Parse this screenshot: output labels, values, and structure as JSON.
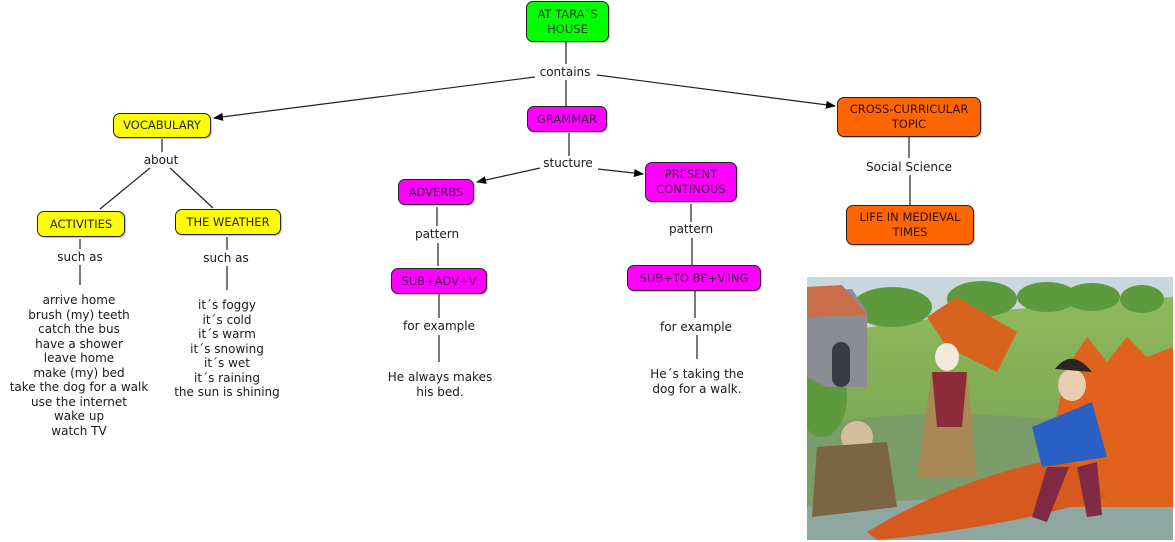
{
  "root": {
    "label": "AT TARA´S HOUSE",
    "color": "#00ff00"
  },
  "root_link": "contains",
  "branches": {
    "vocabulary": {
      "label": "VOCABULARY",
      "link": "about",
      "children": {
        "activities": {
          "label": "ACTIVITIES",
          "link": "such as",
          "items": [
            "arrive home",
            "brush (my) teeth",
            "catch the bus",
            "have a shower",
            "leave home",
            "make (my) bed",
            "take the dog for a walk",
            "use the internet",
            "wake up",
            "watch TV"
          ]
        },
        "weather": {
          "label": "THE WEATHER",
          "link": "such as",
          "items": [
            "it´s foggy",
            "it´s cold",
            "it´s warm",
            "it´s snowing",
            "it´s wet",
            "it´s raining",
            "the sun is shining"
          ]
        }
      }
    },
    "grammar": {
      "label": "GRAMMAR",
      "link": "stucture",
      "children": {
        "adverbs": {
          "label": "ADVERBS",
          "link": "pattern",
          "pattern": "SUB+ADV+V",
          "example_link": "for example",
          "example": [
            "He always makes",
            "his bed."
          ]
        },
        "present": {
          "label": "PRESENT CONTINOUS",
          "link": "pattern",
          "pattern": "SUB+TO BE+V.ING",
          "example_link": "for example",
          "example": [
            "He´s taking the",
            "dog for a walk."
          ]
        }
      }
    },
    "cross": {
      "label": "CROSS-CURRICULAR TOPIC",
      "link": "Social Science",
      "child": "LIFE IN MEDIEVAL TIMES"
    }
  },
  "image": {
    "subject": "medieval-harvest-painting"
  },
  "colors": {
    "green": "#00ff00",
    "yellow": "#ffff00",
    "magenta": "#ff00ff",
    "orange": "#ff6600"
  }
}
